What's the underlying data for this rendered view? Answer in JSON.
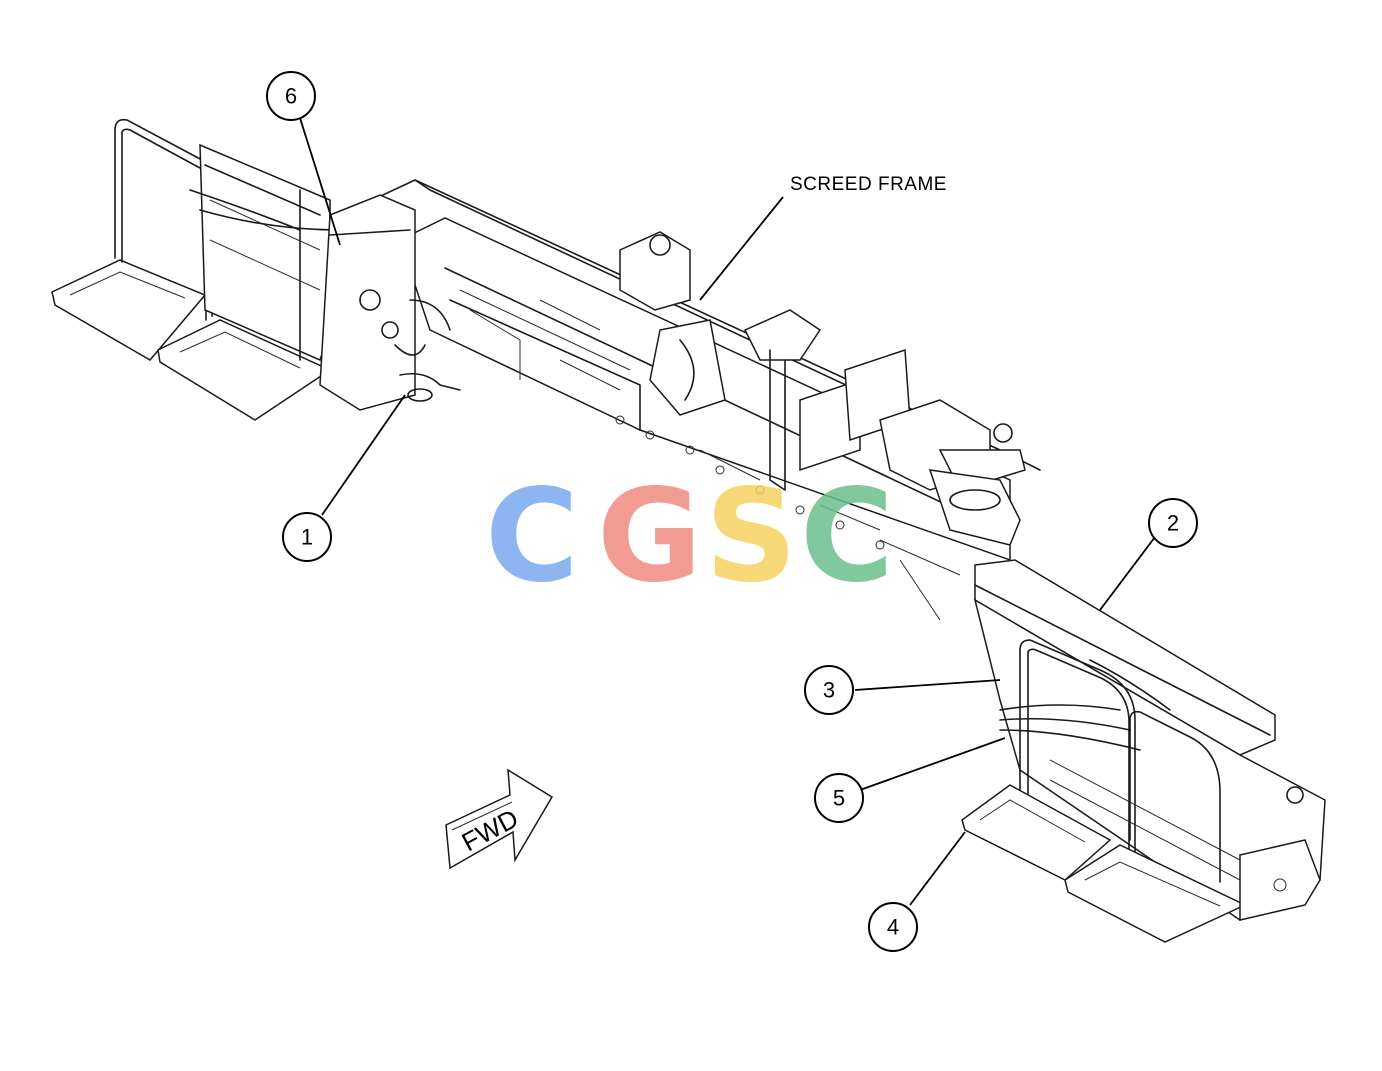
{
  "diagram": {
    "frame_label": "SCREED FRAME",
    "direction_label": "FWD",
    "watermark": {
      "letters": [
        "C",
        "G",
        "S",
        "C"
      ],
      "colors": [
        "#7aa9f0",
        "#f08a80",
        "#f5d35f",
        "#6cbf8c"
      ]
    },
    "callouts": [
      "1",
      "2",
      "3",
      "4",
      "5",
      "6"
    ]
  }
}
